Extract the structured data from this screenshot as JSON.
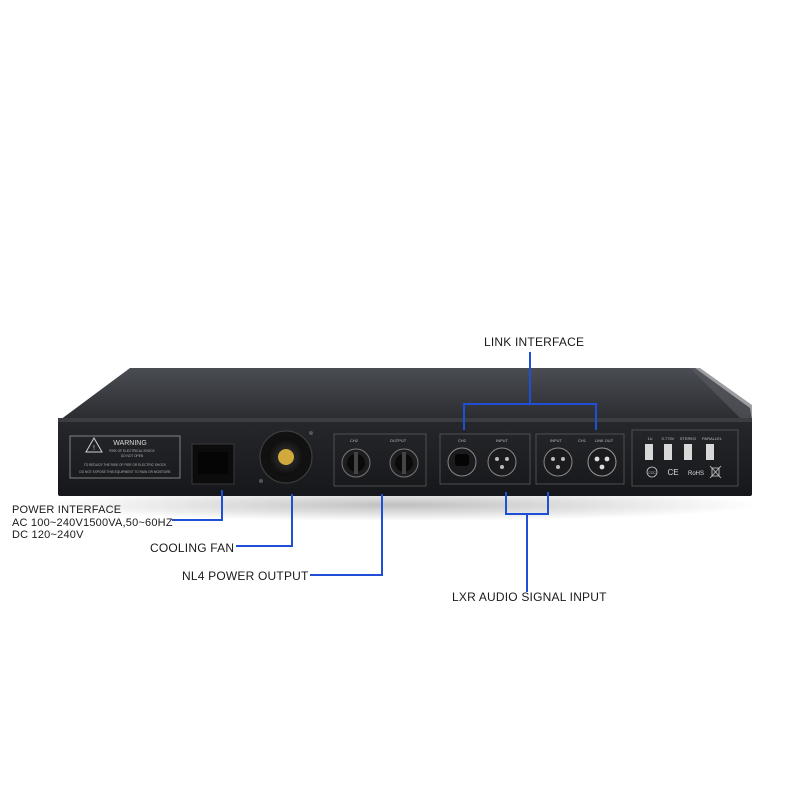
{
  "callouts": {
    "power_interface": {
      "title": "POWER INTERFACE",
      "line1": "AC 100~240V1500VA,50~60HZ",
      "line2": "DC 120~240V"
    },
    "cooling_fan": "COOLING FAN",
    "nl4_power_output": "NL4 POWER OUTPUT",
    "link_interface": "LINK INTERFACE",
    "lxr_audio_signal_input": "LXR AUDIO SIGNAL INPUT"
  },
  "panel": {
    "warning": {
      "title": "WARNING",
      "line1": "RISK OF ELECTRICAL SHOCK",
      "line2": "DO NOT OPEN",
      "line3": "TO REDUCE THE RISK OF FIRE OR ELECTRIC SHOCK",
      "line4": "DO NOT EXPOSE THIS EQUIPMENT TO RAIN OR MOISTURE"
    },
    "ch2_output_label": "CH2",
    "output_label": "OUTPUT",
    "ch1_label": "CH1",
    "input_label": "INPUT",
    "link_label": "LINK OUT",
    "modes": [
      "1U",
      "0.775V",
      "STEREO",
      "PARALLEL"
    ],
    "certifications": [
      "CCC",
      "CE",
      "RoHS"
    ]
  },
  "colors": {
    "leader_line": "#1f4fd6",
    "chassis": "#2b2d31",
    "panel_face": "#1b1c1f",
    "label_text": "#1a1a1a"
  }
}
